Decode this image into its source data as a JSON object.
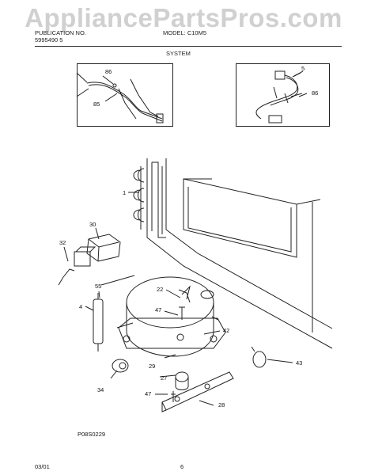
{
  "watermark": "AppliancePartsPros.com",
  "header": {
    "line1_left": "PUBLICATION NO.",
    "line2_left": "5995490 5",
    "model": "MODEL: C10M5",
    "section_title": "SYSTEM"
  },
  "callouts": {
    "c86a": "86",
    "c85": "85",
    "c5": "5",
    "c86b": "86",
    "c1": "1",
    "c30": "30",
    "c32": "32",
    "c55": "55",
    "c4": "4",
    "c22": "22",
    "c47a": "47",
    "c42": "42",
    "c43": "43",
    "c29": "29",
    "c27": "27",
    "c34": "34",
    "c47b": "47",
    "c28": "28"
  },
  "footer": {
    "diagram_id": "P08S0229",
    "date": "03/01",
    "page": "6"
  }
}
